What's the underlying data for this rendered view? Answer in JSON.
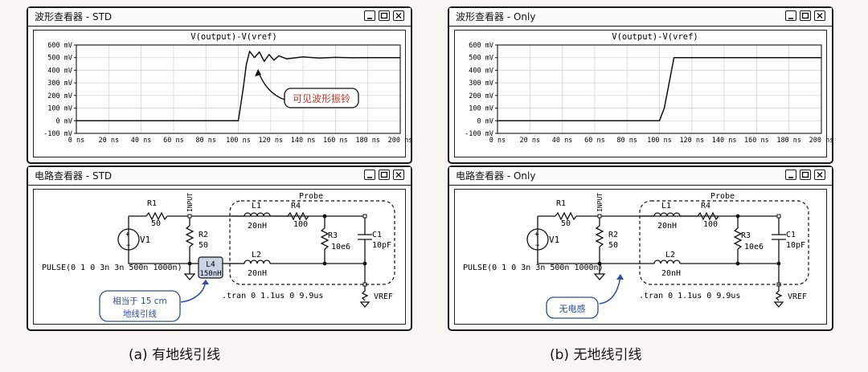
{
  "windows": {
    "waveform_std": {
      "title": "波形查看器 - STD"
    },
    "waveform_only": {
      "title": "波形查看器 - Only"
    },
    "circuit_std": {
      "title": "电路查看器 - STD"
    },
    "circuit_only": {
      "title": "电路查看器 - Only"
    }
  },
  "chart_data": [
    {
      "type": "line",
      "title": "V(output)-V(vref)",
      "xlabel": "",
      "ylabel": "",
      "xlim": [
        0,
        200
      ],
      "ylim": [
        -100,
        600
      ],
      "x_ticks": [
        "0 ns",
        "20 ns",
        "40 ns",
        "60 ns",
        "80 ns",
        "100 ns",
        "120 ns",
        "140 ns",
        "160 ns",
        "180 ns",
        "200 ns"
      ],
      "y_ticks": [
        "600 mV",
        "500 mV",
        "400 mV",
        "300 mV",
        "200 mV",
        "100 mV",
        "0 mV",
        "-100 mV"
      ],
      "grid": true,
      "series": [
        {
          "x": [
            0,
            100,
            103,
            105,
            107,
            110,
            113,
            116,
            119,
            122,
            125,
            130,
            140,
            150,
            160,
            170,
            180,
            200
          ],
          "y": [
            0,
            0,
            250,
            450,
            550,
            500,
            545,
            470,
            525,
            480,
            515,
            490,
            506,
            496,
            502,
            499,
            500,
            500
          ]
        }
      ],
      "annotation": "可见波形振铃"
    },
    {
      "type": "line",
      "title": "V(output)-V(vref)",
      "xlabel": "",
      "ylabel": "",
      "xlim": [
        0,
        200
      ],
      "ylim": [
        -100,
        600
      ],
      "x_ticks": [
        "0 ns",
        "20 ns",
        "40 ns",
        "60 ns",
        "80 ns",
        "100 ns",
        "120 ns",
        "140 ns",
        "160 ns",
        "180 ns",
        "200 ns"
      ],
      "y_ticks": [
        "600 mV",
        "500 mV",
        "400 mV",
        "300 mV",
        "200 mV",
        "100 mV",
        "0 mV",
        "-100 mV"
      ],
      "grid": true,
      "series": [
        {
          "x": [
            0,
            100,
            103,
            106,
            109,
            200
          ],
          "y": [
            0,
            0,
            100,
            300,
            500,
            500
          ]
        }
      ]
    }
  ],
  "circuit": {
    "r1": "R1",
    "r1_val": "50",
    "r2": "R2",
    "r2_val": "50",
    "r3": "R3",
    "r3_val": "10e6",
    "r4": "R4",
    "r4_val": "100",
    "l1": "L1",
    "l1_val": "20nH",
    "l2": "L2",
    "l2_val": "20nH",
    "c1": "C1",
    "c1_val": "10pF",
    "v1": "V1",
    "pulse": "PULSE(0 1 0 3n 3n 500n 1000n)",
    "input": "INPUT",
    "probe": "Probe",
    "vref": "VREF",
    "tran": ".tran 0 1.1us 0 9.9us",
    "l4": "L4",
    "l4_val": "150nH"
  },
  "notes": {
    "std": [
      "相当于 15 cm",
      "地线引线"
    ],
    "only": "无电感"
  },
  "captions": {
    "a": "(a) 有地线引线",
    "b": "(b) 无地线引线"
  },
  "colors": {
    "callout_text": "#c0392b",
    "note_text": "#2a4fa0",
    "inductor_box": "#c9d3e3"
  }
}
